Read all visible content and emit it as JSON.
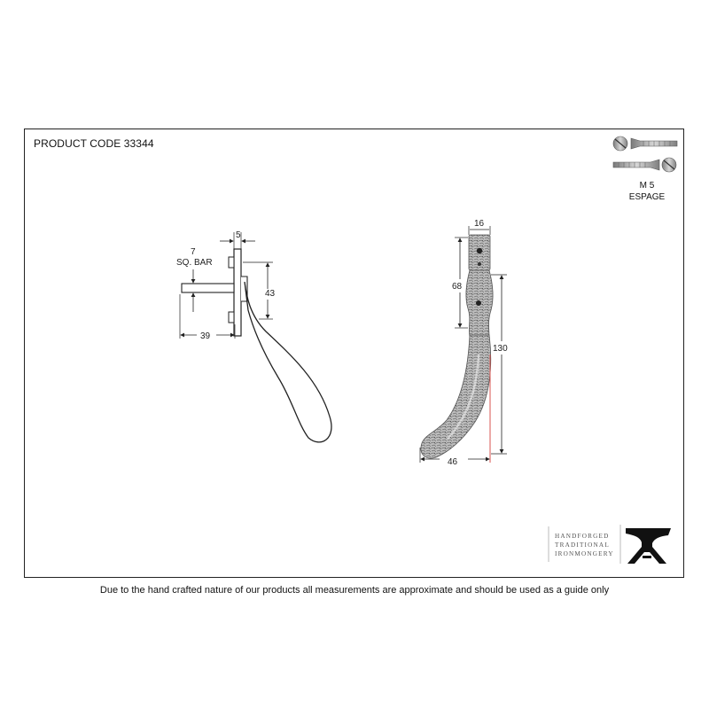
{
  "header": {
    "product_code": "PRODUCT CODE 33344"
  },
  "side_view": {
    "bar_size": "7",
    "bar_type": "SQ. BAR",
    "plate_thickness": "5",
    "handle_drop": "43",
    "bar_length": "39"
  },
  "front_view": {
    "width_top": "16",
    "body_height": "68",
    "total_height": "130",
    "projection": "46"
  },
  "screws": {
    "size": "M 5",
    "type": "ESPAGE"
  },
  "brand": {
    "line1": "HANDFORGED",
    "line2": "TRADITIONAL",
    "line3": "IRONMONGERY",
    "logo_icon": "anvil-icon"
  },
  "footer": {
    "disclaimer": "Due to the hand crafted nature of our products all measurements are approximate and should be used as a guide only"
  },
  "colors": {
    "line": "#222222",
    "dimension_red": "#d9534f",
    "pewter": "#8a8a8a"
  }
}
